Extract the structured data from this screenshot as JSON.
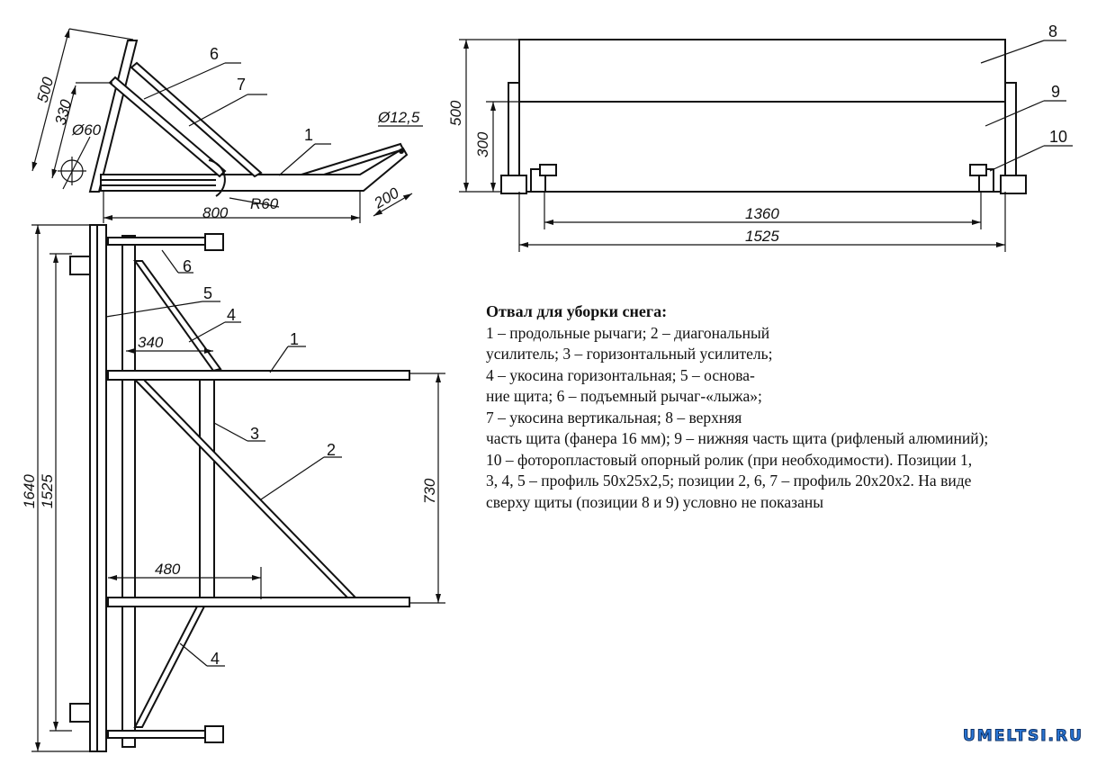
{
  "side_view": {
    "dims": {
      "d500": "500",
      "d330": "330",
      "d60": "Ø60",
      "d12": "Ø12,5",
      "d200": "200",
      "r60": "R60",
      "d800": "800"
    },
    "labels": {
      "l6": "6",
      "l7": "7",
      "l1": "1"
    }
  },
  "front_view": {
    "dims": {
      "d500": "500",
      "d300": "300",
      "d1360": "1360",
      "d1525": "1525"
    },
    "labels": {
      "l8": "8",
      "l9": "9",
      "l10": "10"
    }
  },
  "top_view": {
    "dims": {
      "d1640": "1640",
      "d1525": "1525",
      "d340": "340",
      "d480": "480",
      "d730": "730"
    },
    "labels": {
      "l6": "6",
      "l5": "5",
      "l4a": "4",
      "l1": "1",
      "l3": "3",
      "l2": "2",
      "l4b": "4"
    }
  },
  "caption": {
    "title": "Отвал для уборки снега:",
    "lines_narrow": [
      "1 – продольные рычаги; 2 – диагональный",
      "усилитель; 3 – горизонтальный усилитель;",
      "4 – укосина горизонтальная; 5 – основа-",
      "ние щита; 6 – подъемный рычаг-«лыжа»;",
      "7 – укосина вертикальная; 8 – верхняя"
    ],
    "lines_wide": [
      "часть щита (фанера 16 мм); 9 – нижняя часть щита (рифленый алюминий);",
      "10 – фоторопластовый опорный ролик (при необходимости). Позиции 1,",
      "3, 4, 5 – профиль 50x25x2,5; позиции 2, 6, 7 – профиль 20x20x2. На виде",
      "сверху щиты (позиции 8 и 9) условно не показаны"
    ]
  },
  "watermark": "UMELTSI.RU"
}
